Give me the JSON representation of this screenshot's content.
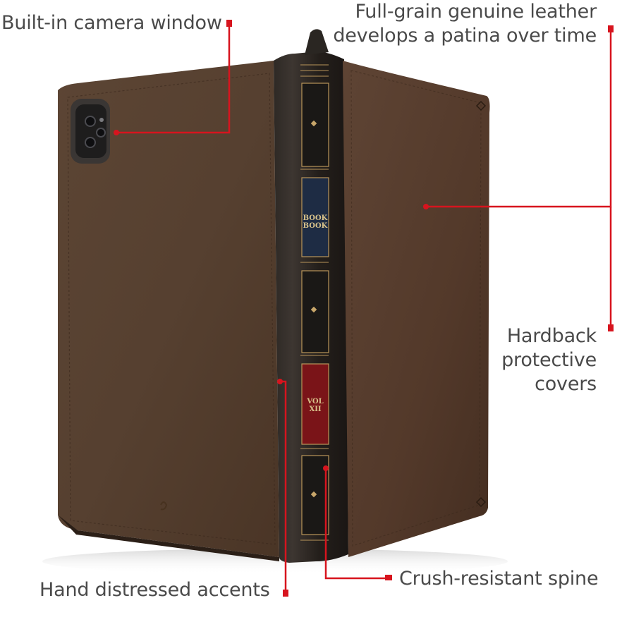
{
  "callouts": {
    "camera": "Built-in camera window",
    "leather_line1": "Full-grain genuine leather",
    "leather_line2": "develops a patina over time",
    "covers_line1": "Hardback",
    "covers_line2": "protective",
    "covers_line3": "covers",
    "accents": "Hand distressed accents",
    "spine": "Crush-resistant spine"
  },
  "spine_labels": {
    "book_line1": "BOOK",
    "book_line2": "BOOK",
    "vol_line1": "VOL",
    "vol_line2": "XII"
  },
  "colors": {
    "callout_red": "#d7141e",
    "leather_brown": "#5a4230",
    "spine_black": "#1c1a18",
    "label_blue": "#1e2c44",
    "label_red": "#7a1418",
    "gold": "#b9955a",
    "text_gray": "#4a4a4a"
  }
}
